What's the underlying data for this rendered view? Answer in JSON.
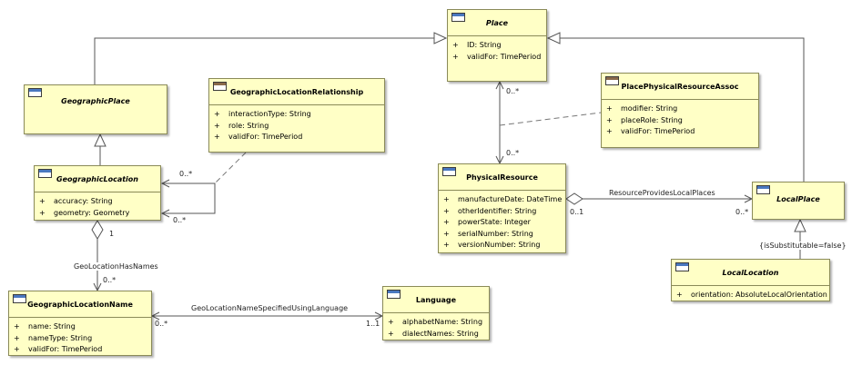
{
  "classes": {
    "place": {
      "name": "Place",
      "attributes": [
        "ID: String",
        "validFor: TimePeriod"
      ]
    },
    "geographic_place": {
      "name": "GeographicPlace",
      "attributes": []
    },
    "geographic_location_relationship": {
      "name": "GeographicLocationRelationship",
      "attributes": [
        "interactionType: String",
        "role: String",
        "validFor: TimePeriod"
      ]
    },
    "geographic_location": {
      "name": "GeographicLocation",
      "attributes": [
        "accuracy: String",
        "geometry: Geometry"
      ]
    },
    "place_physical_resource_assoc": {
      "name": "PlacePhysicalResourceAssoc",
      "attributes": [
        "modifier: String",
        "placeRole: String",
        "validFor: TimePeriod"
      ]
    },
    "physical_resource": {
      "name": "PhysicalResource",
      "attributes": [
        "manufactureDate: DateTime",
        "otherIdentifier: String",
        "powerState: Integer",
        "serialNumber: String",
        "versionNumber: String"
      ]
    },
    "local_place": {
      "name": "LocalPlace",
      "attributes": []
    },
    "local_location": {
      "name": "LocalLocation",
      "attributes": [
        "orientation: AbsoluteLocalOrientation"
      ]
    },
    "geographic_location_name": {
      "name": "GeographicLocationName",
      "attributes": [
        "name: String",
        "nameType: String",
        "validFor: TimePeriod"
      ]
    },
    "language": {
      "name": "Language",
      "attributes": [
        "alphabetName: String",
        "dialectNames: String"
      ]
    }
  },
  "visibility_marker": "+",
  "labels": {
    "self_assoc_top_mult": "0..*",
    "self_assoc_bottom_mult": "0..*",
    "has_names_one": "1",
    "has_names_name": "GeoLocationHasNames",
    "has_names_many": "0..*",
    "specified_using_language": "GeoLocationNameSpecifiedUsingLanguage",
    "name_lang_many": "0..*",
    "name_lang_one": "1..1",
    "place_resource_top": "0..*",
    "place_resource_bottom": "0..*",
    "provides_local_places": "ResourceProvidesLocalPlaces",
    "provides_resource_side": "0..1",
    "provides_local_side": "0..*",
    "substitutable_constraint": "{isSubstitutable=false}"
  },
  "colors": {
    "class_fill": "#ffffc6",
    "class_border": "#8a8a58",
    "icon_blue": "#4a78c0",
    "icon_brown": "#8a6a4a",
    "line": "#555555"
  }
}
